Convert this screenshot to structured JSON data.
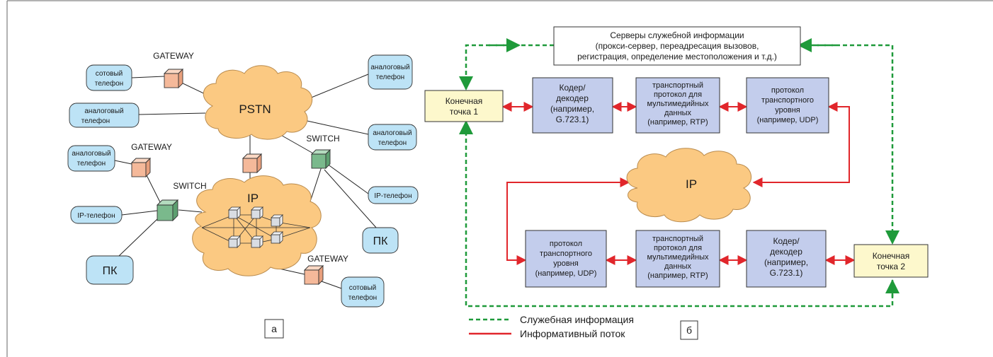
{
  "panel_a": {
    "caption": "а",
    "clouds": {
      "pstn": "PSTN",
      "ip": "IP"
    },
    "labels": {
      "gateway_top": "GATEWAY",
      "gateway_left": "GATEWAY",
      "gateway_bottom": "GATEWAY",
      "switch_right": "SWITCH",
      "switch_left": "SWITCH"
    },
    "terminals": {
      "cell_top_l1": "сотовый",
      "cell_top_l2": "телефон",
      "analog_left_l1": "аналоговый",
      "analog_left_l2": "телефон",
      "analog_tr_l1": "аналоговый",
      "analog_tr_l2": "телефон",
      "analog_r_l1": "аналоговый",
      "analog_r_l2": "телефон",
      "analog_gw_l1": "аналоговый",
      "analog_gw_l2": "телефон",
      "ip_phone_left": "IP-телефон",
      "ip_phone_right": "IP-телефон",
      "pc_left": "ПК",
      "pc_right": "ПК",
      "cell_bottom_l1": "сотовый",
      "cell_bottom_l2": "телефон"
    }
  },
  "panel_b": {
    "caption": "б",
    "ip_cloud": "IP",
    "servers": {
      "line1": "Серверы служебной информации",
      "line2": "(прокси-сервер, переадресация вызовов,",
      "line3": "регистрация, определение местоположения и т.д.)"
    },
    "endpoint1": {
      "line1": "Конечная",
      "line2": "точка 1"
    },
    "endpoint2": {
      "line1": "Конечная",
      "line2": "точка 2"
    },
    "top_row": {
      "codec": [
        "Кодер/",
        "декодер",
        "(например,",
        "G.723.1)"
      ],
      "rtp": [
        "транспортный",
        "протокол для",
        "мультимедийных",
        "данных",
        "(например, RTP)"
      ],
      "udp": [
        "протокол",
        "транспортного",
        "уровня",
        "(например, UDP)"
      ]
    },
    "bottom_row": {
      "udp": [
        "протокол",
        "транспортного",
        "уровня",
        "(например, UDP)"
      ],
      "rtp": [
        "транспортный",
        "протокол для",
        "мультимедийных",
        "данных",
        "(например, RTP)"
      ],
      "codec": [
        "Кодер/",
        "декодер",
        "(например,",
        "G.723.1)"
      ]
    },
    "legend": {
      "service": "Служебная информация",
      "flow": "Информативный поток"
    }
  },
  "colors": {
    "cloud_fill": "#fbc982",
    "cloud_stroke": "#b98b4e",
    "terminal_fill": "#bde3f6",
    "gateway_fill": "#f5b99a",
    "switch_fill": "#7ab98c",
    "router_fill": "#d9dde3",
    "block_fill": "#c3cdec",
    "endpoint_fill": "#fdf8cc",
    "service_green": "#1f9a3a",
    "flow_red": "#e1262b"
  }
}
